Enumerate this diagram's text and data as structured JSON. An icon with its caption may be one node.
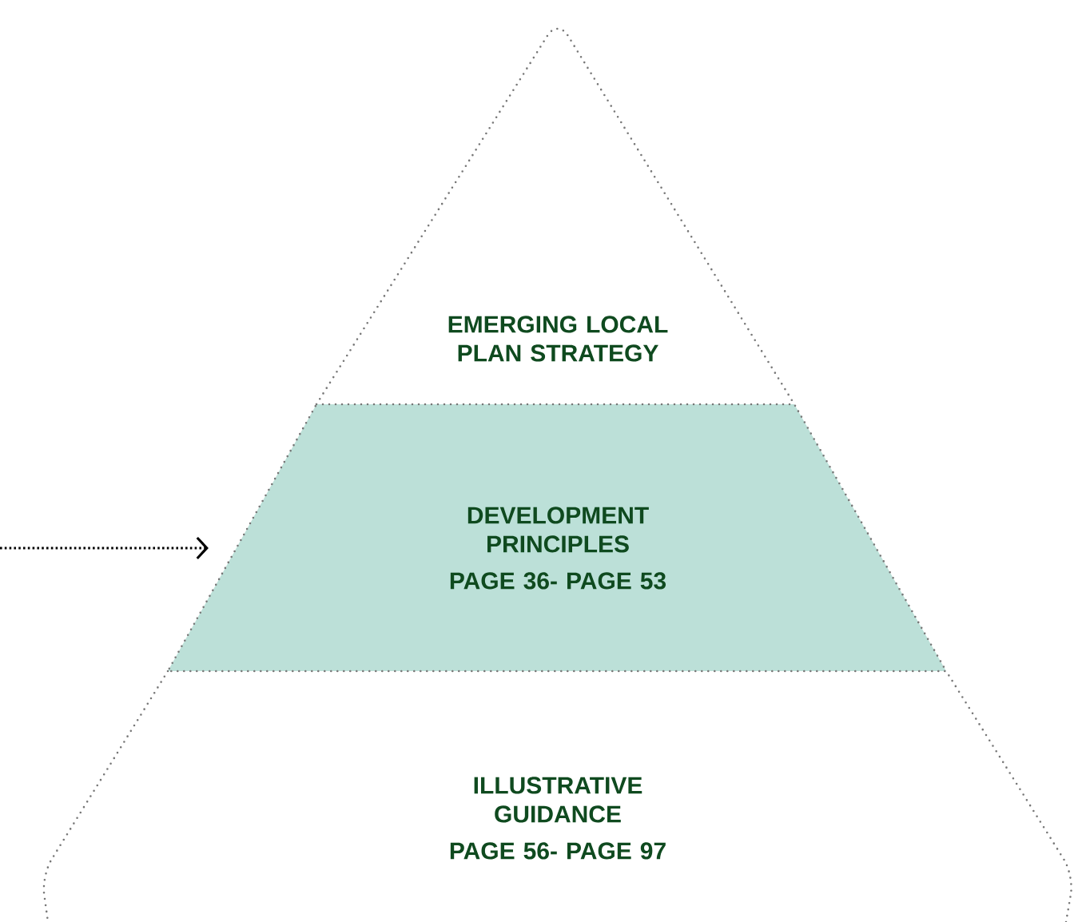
{
  "diagram": {
    "nodes": [
      {
        "text": [
          "EMERGING LOCAL PLAN STRATEGY"
        ]
      },
      {
        "text": [
          "DEVELOPMENT PRINCIPLES",
          "PAGE 36- PAGE 53"
        ]
      },
      {
        "text": [
          "ILLUSTRATIVE GUIDANCE",
          "PAGE 56- PAGE 97"
        ]
      }
    ],
    "edges": [
      {
        "from": null,
        "to": 1,
        "arrow": "to",
        "style": "dashed"
      }
    ]
  }
}
